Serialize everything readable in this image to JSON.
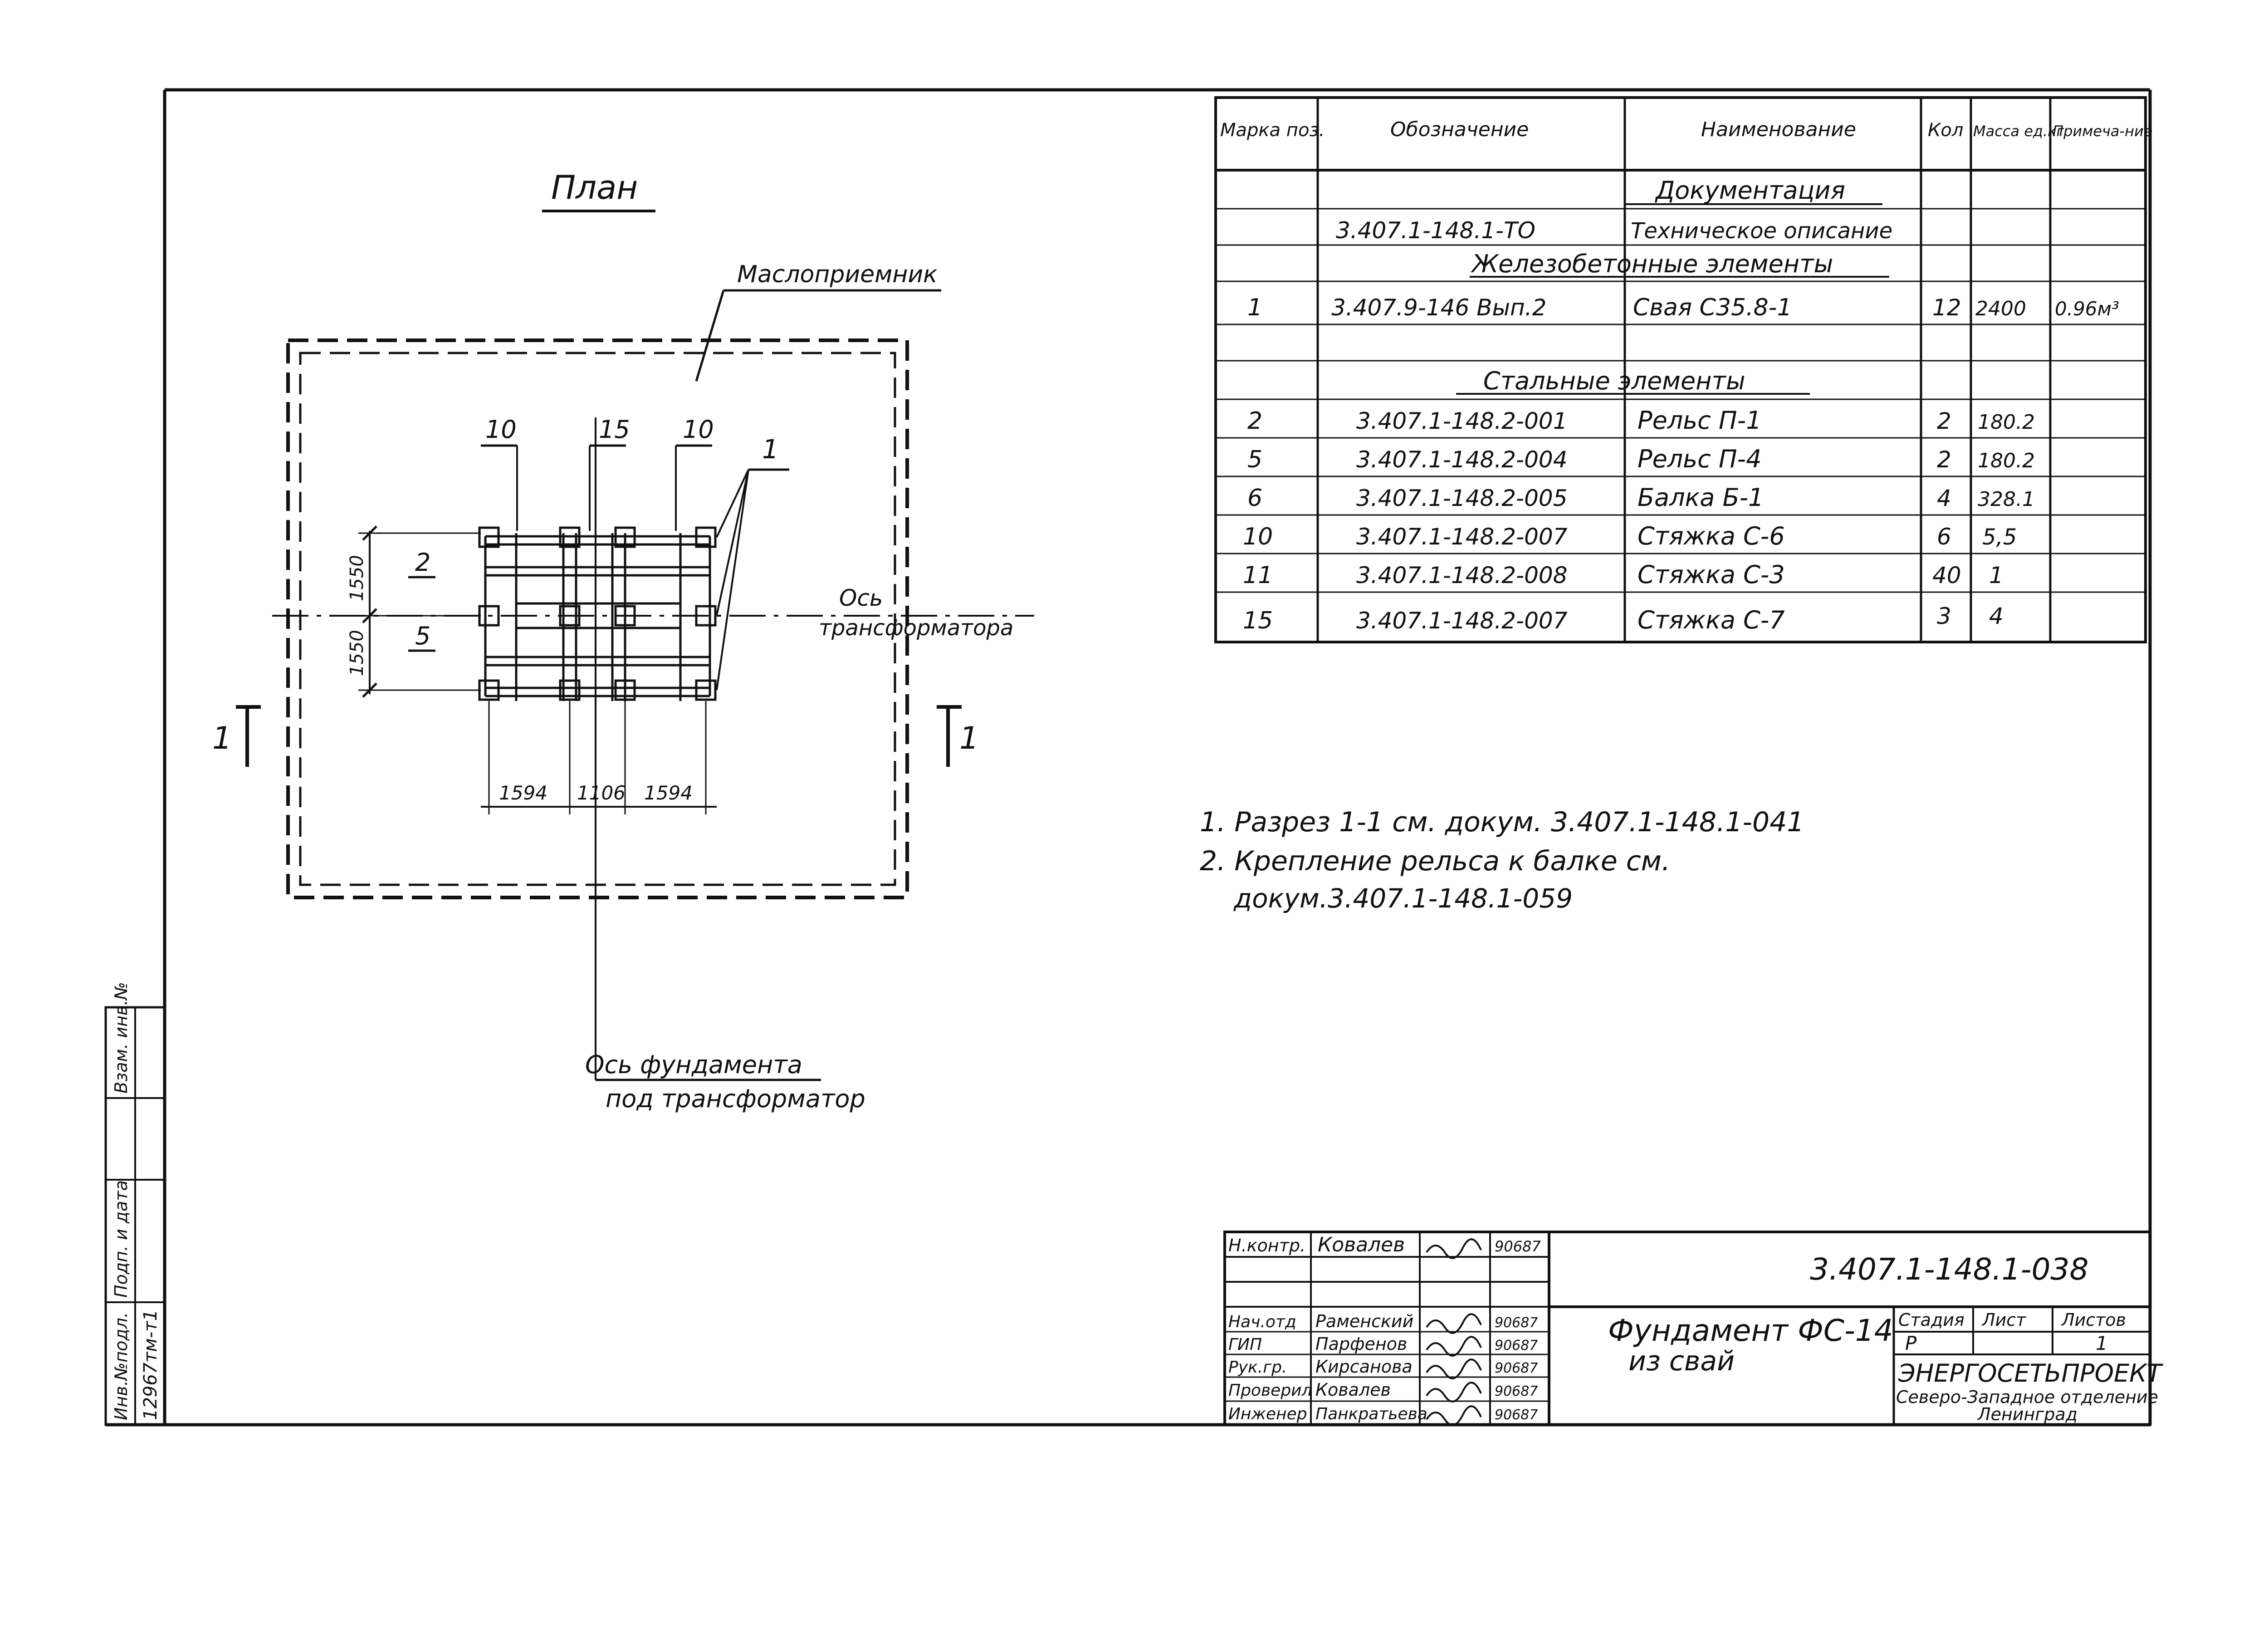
{
  "plan": {
    "title": "План",
    "oil_receiver": "Маслоприемник",
    "transformer_axis": [
      "Ось",
      "трансформатора"
    ],
    "foundation_axis": [
      "Ось фундамента",
      "под трансформатор"
    ],
    "section_mark": "1",
    "callouts_top": [
      "10",
      "15",
      "10"
    ],
    "callout_pile": "1",
    "callouts_left": [
      "2",
      "5"
    ],
    "dim_vertical": [
      "1550",
      "1550"
    ],
    "dim_horizontal": [
      "1594",
      "1106",
      "1594"
    ]
  },
  "spec_table": {
    "headers": [
      "Марка поз.",
      "Обозначение",
      "Наименование",
      "Кол",
      "Масса ед.кг",
      "Примеча-ние"
    ],
    "section_documentation": "Документация",
    "doc_row": {
      "designation": "3.407.1-148.1-ТО",
      "name": "Техническое описание"
    },
    "section_rc": "Железобетонные элементы",
    "rc_row": {
      "pos": "1",
      "designation": "3.407.9-146 Вып.2",
      "name": "Свая С35.8-1",
      "qty": "12",
      "mass": "2400",
      "note": "0.96м³"
    },
    "section_steel": "Стальные элементы",
    "steel_rows": [
      {
        "pos": "2",
        "designation": "3.407.1-148.2-001",
        "name": "Рельс П-1",
        "qty": "2",
        "mass": "180.2"
      },
      {
        "pos": "5",
        "designation": "3.407.1-148.2-004",
        "name": "Рельс П-4",
        "qty": "2",
        "mass": "180.2"
      },
      {
        "pos": "6",
        "designation": "3.407.1-148.2-005",
        "name": "Балка Б-1",
        "qty": "4",
        "mass": "328.1"
      },
      {
        "pos": "10",
        "designation": "3.407.1-148.2-007",
        "name": "Стяжка С-6",
        "qty": "6",
        "mass": "5,5"
      },
      {
        "pos": "11",
        "designation": "3.407.1-148.2-008",
        "name": "Стяжка С-3",
        "qty": "40",
        "mass": "1"
      },
      {
        "pos": "15",
        "designation": "3.407.1-148.2-007",
        "name": "Стяжка С-7",
        "qty": "3",
        "mass": "4"
      }
    ]
  },
  "notes": [
    "1. Разрез 1-1 см. докум. 3.407.1-148.1-041",
    "2. Крепление рельса к балке см.",
    "докум.3.407.1-148.1-059"
  ],
  "side_stamp": {
    "labels": [
      "Инв.№подл.",
      "Подп. и дата",
      "Взам. инв.№"
    ],
    "inv_number": "12967тм-т1"
  },
  "title_block": {
    "doc_code": "3.407.1-148.1-038",
    "title_line1": "Фундамент ФС-14",
    "title_line2": "из свай",
    "stage_label": "Стадия",
    "sheet_label": "Лист",
    "sheets_label": "Листов",
    "stage_value": "Р",
    "sheets_value": "1",
    "org_name": "ЭНЕРГОСЕТЬПРОЕКТ",
    "org_branch": "Северо-Западное отделение",
    "org_city": "Ленинград",
    "signatories": [
      {
        "role": "Н.контр.",
        "name": "Ковалев",
        "date": "90687"
      },
      {
        "role": "Нач.отд",
        "name": "Раменский",
        "date": "90687"
      },
      {
        "role": "ГИП",
        "name": "Парфенов",
        "date": "90687"
      },
      {
        "role": "Рук.гр.",
        "name": "Кирсанова",
        "date": "90687"
      },
      {
        "role": "Проверил",
        "name": "Ковалев",
        "date": "90687"
      },
      {
        "role": "Инженер",
        "name": "Панкратьева",
        "date": "90687"
      }
    ]
  }
}
